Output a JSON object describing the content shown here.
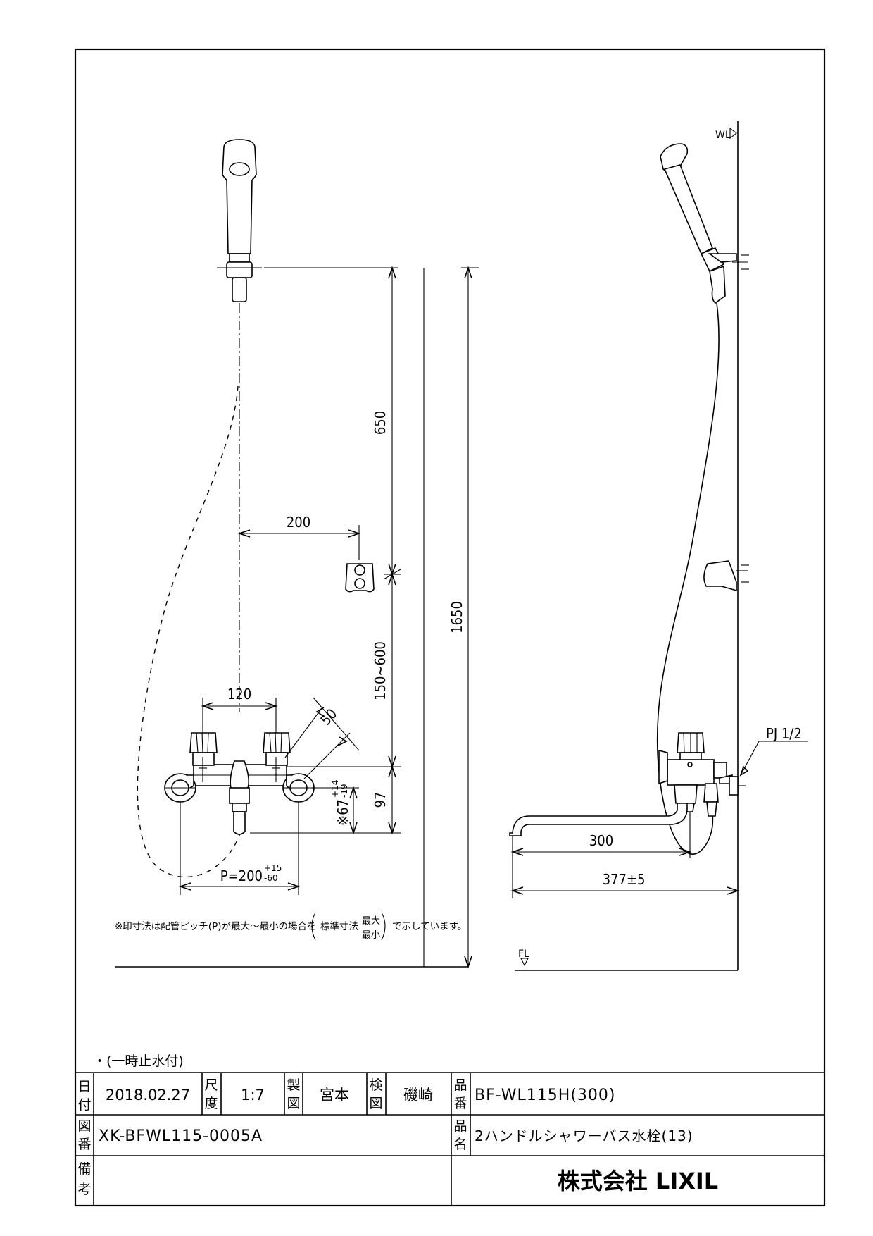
{
  "front_view": {
    "dim_650": "650",
    "dim_200": "200",
    "dim_1650": "1650",
    "dim_150_600": "150~600",
    "dim_120": "120",
    "dim_50": "50",
    "dim_97": "97",
    "dim_67": "※67",
    "dim_67_tol_plus": "+14",
    "dim_67_tol_minus": "-19",
    "dim_p": "P=200",
    "dim_p_tol_plus": "+15",
    "dim_p_tol_minus": "-60"
  },
  "note": {
    "prefix": "※印寸法は配管ピッチ(P)が最大～最小の場合を",
    "standard": "標準寸法",
    "max": "最大",
    "min": "最小",
    "suffix": "で示しています。"
  },
  "side_view": {
    "wl": "WL",
    "fl": "FL",
    "pj": "PJ 1/2",
    "dim_300": "300",
    "dim_377": "377±5"
  },
  "remark": "・(一時止水付)",
  "title_block": {
    "date_label_1": "日",
    "date_label_2": "付",
    "date": "2018.02.27",
    "scale_label_1": "尺",
    "scale_label_2": "度",
    "scale": "1:7",
    "drawn_label_1": "製",
    "drawn_label_2": "図",
    "drawn_by": "宮本",
    "checked_label_1": "検",
    "checked_label_2": "図",
    "checked_by": "磯崎",
    "part_no_label_1": "品",
    "part_no_label_2": "番",
    "part_no": "BF-WL115H(300)",
    "drawing_no_label_1": "図",
    "drawing_no_label_2": "番",
    "drawing_no": "XK-BFWL115-0005A",
    "product_name_label_1": "品",
    "product_name_label_2": "名",
    "product_name": "2ハンドルシャワーバス水栓(13)",
    "notes_label_1": "備",
    "notes_label_2": "考",
    "company": "株式会社 LIXIL"
  }
}
